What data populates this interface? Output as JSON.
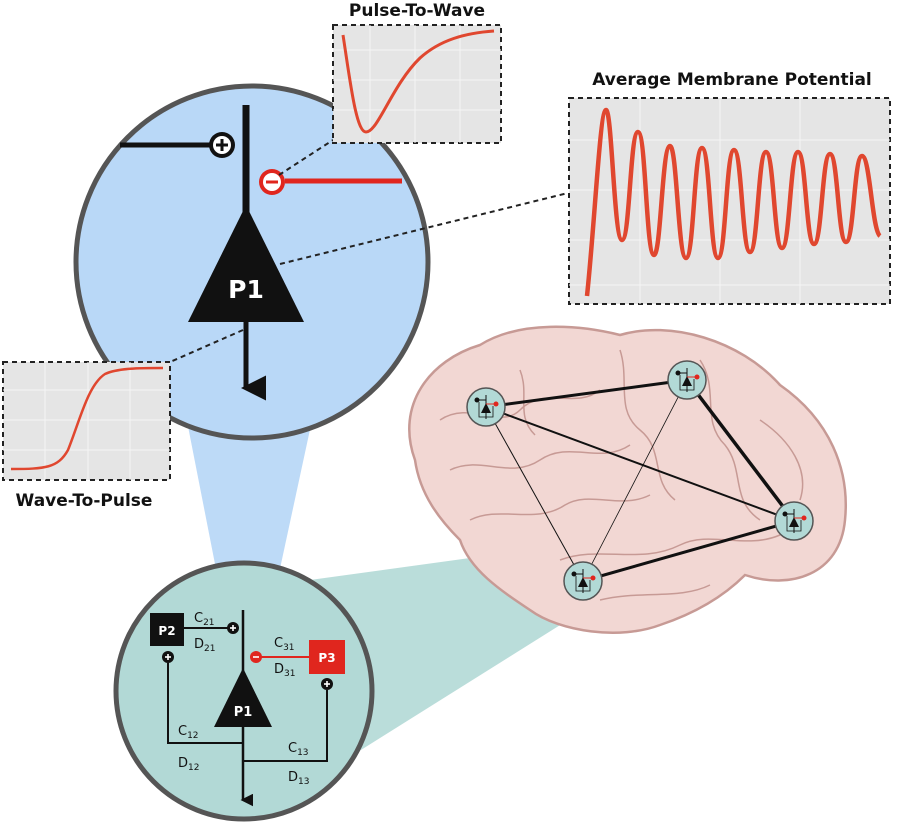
{
  "panels": {
    "pulse_to_wave": {
      "title": "Pulse-To-Wave"
    },
    "wave_to_pulse": {
      "title": "Wave-To-Pulse"
    },
    "membrane": {
      "title": "Average Membrane Potential"
    }
  },
  "neurons": {
    "main": "P1",
    "small_p1": "P1",
    "small_p2": "P2",
    "small_p3": "P3"
  },
  "connections": {
    "c21": "C",
    "c21_sub": "21",
    "d21": "D",
    "d21_sub": "21",
    "c31": "C",
    "c31_sub": "31",
    "d31": "D",
    "d31_sub": "31",
    "c12": "C",
    "c12_sub": "12",
    "d12": "D",
    "d12_sub": "12",
    "c13": "C",
    "c13_sub": "13",
    "d13": "D",
    "d13_sub": "13"
  },
  "signs": {
    "plus": "+",
    "minus": "−"
  },
  "colors": {
    "excitatory": "#111111",
    "inhibitory": "#e0261e",
    "curve": "#e0472f",
    "zoom_circle": "#b9d8f7",
    "node_circle": "#b2d9d6",
    "brain_fill": "#f2d7d3",
    "brain_outline": "#c79a95",
    "panel_bg": "#e5e5e5"
  }
}
